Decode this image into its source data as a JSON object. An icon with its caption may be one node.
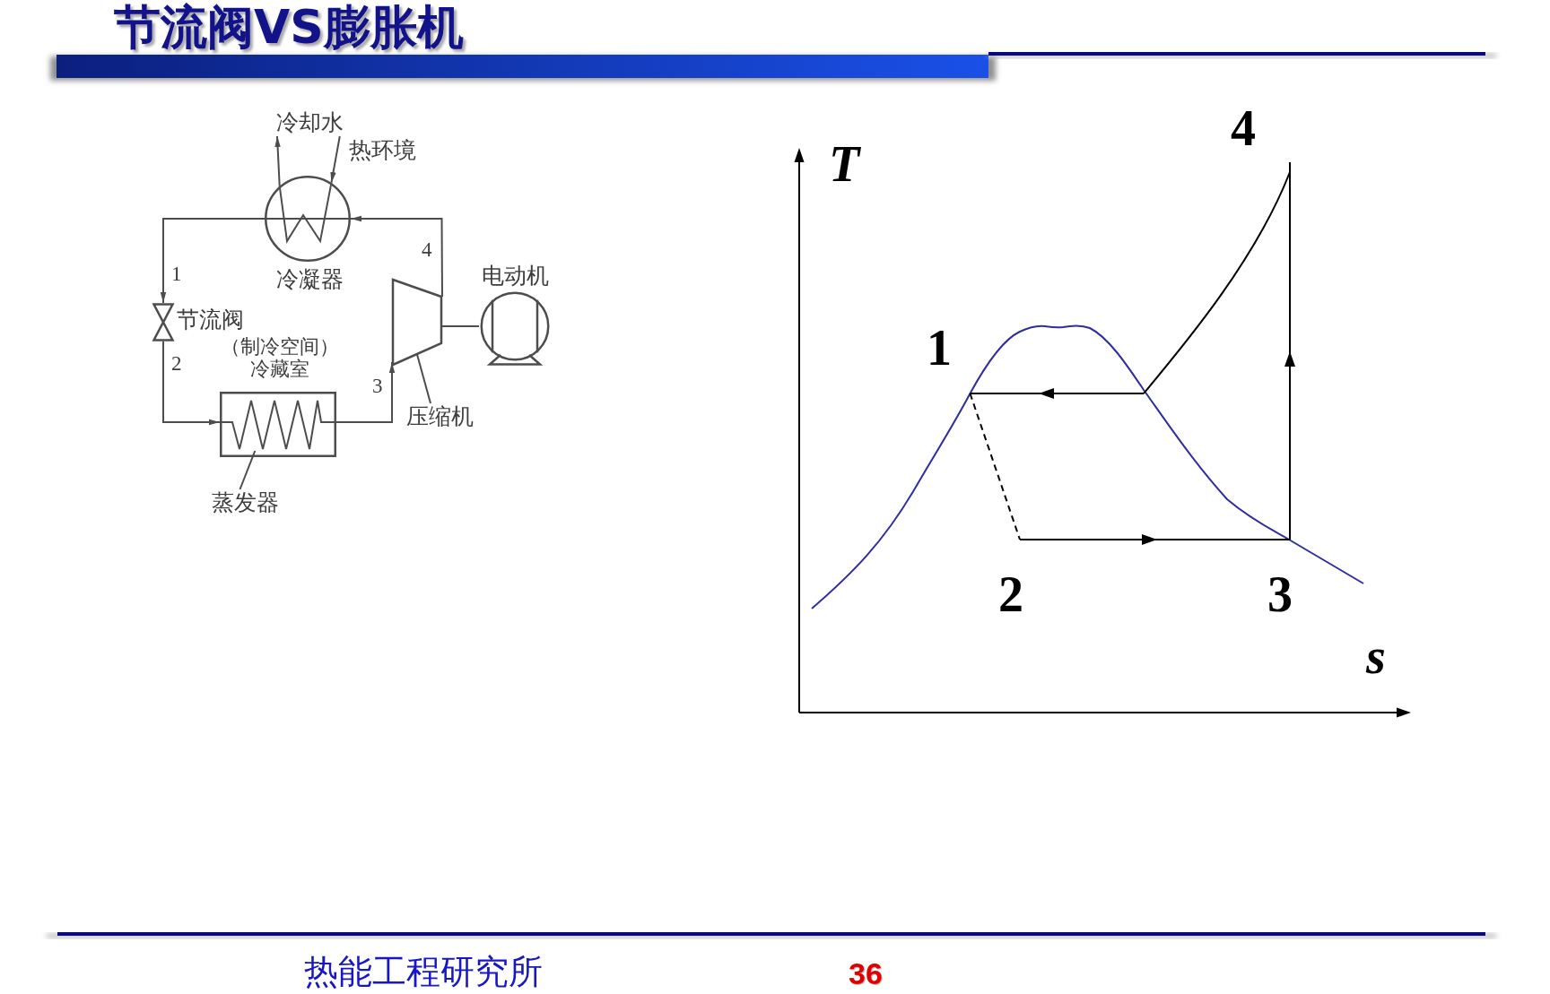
{
  "diagram": {
    "title": "节流阀VS膨胀机",
    "nodes": [
      {
        "text": [
          "冷却水"
        ]
      },
      {
        "text": [],
        "shape": "circle",
        "beside": [
          "冷凝器"
        ]
      },
      {
        "text": [],
        "shape": "bowtie",
        "beside": [
          "节流阀"
        ]
      },
      {
        "text": [],
        "shape": "circle",
        "beside": [
          "电动机"
        ]
      },
      {
        "text": [],
        "shape": "trapezoid"
      },
      {
        "text": [],
        "shape": "box",
        "beside": [
          "（制冷空间）冷藏室"
        ]
      },
      {
        "text": [],
        "shape": "zigzag",
        "in": 5
      },
      {
        "text": [
          "压缩机"
        ]
      },
      {
        "text": [
          "蒸发器"
        ]
      }
    ],
    "edges": [
      {
        "from": 1,
        "to": 2,
        "arrow": "to",
        "label": "1"
      },
      {
        "from": 2,
        "to": 5,
        "arrow": "to",
        "label": "2"
      },
      {
        "from": 5,
        "to": 4,
        "arrow": "to",
        "label": "3"
      },
      {
        "from": 4,
        "to": 1,
        "arrow": "to",
        "label": "4"
      },
      {
        "from": 4,
        "to": 3,
        "arrow": "none"
      },
      {
        "from": 0,
        "to": 1,
        "arrow": "to"
      },
      {
        "from": 1,
        "to": 0,
        "arrow": "to"
      },
      {
        "from": 7,
        "to": 4,
        "arrow": "none"
      },
      {
        "from": 8,
        "to": 6,
        "arrow": "none"
      }
    ],
    "labels": [
      "热环境",
      "4",
      "T",
      "1",
      "2",
      "3",
      "s",
      "热能工程研究所",
      "36"
    ]
  }
}
